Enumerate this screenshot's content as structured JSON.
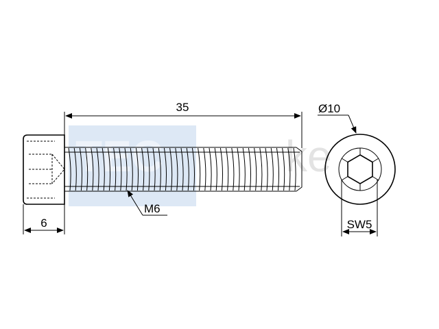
{
  "drawing": {
    "length_label": "35",
    "head_height_label": "6",
    "thread_label": "M6",
    "diameter_label": "Ø10",
    "hex_size_label": "SW5",
    "watermark_text": "TEC",
    "watermark_suffix": "ke"
  },
  "colors": {
    "line": "#000000",
    "watermark": "#dde8f5",
    "watermark_text": "#e3e3e3"
  }
}
